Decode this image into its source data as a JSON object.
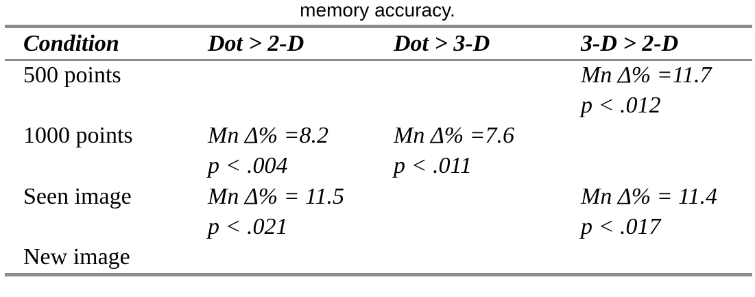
{
  "caption": "memory accuracy.",
  "headers": [
    "Condition",
    "Dot > 2-D",
    "Dot > 3-D",
    "3-D > 2-D"
  ],
  "rows": [
    {
      "condition": "500 points",
      "dot_2d": {
        "mn": "",
        "p": ""
      },
      "dot_3d": {
        "mn": "",
        "p": ""
      },
      "d3_2d": {
        "mn": "Mn Δ% =11.7",
        "p": "p < .012"
      }
    },
    {
      "condition": "1000 points",
      "dot_2d": {
        "mn": "Mn Δ% =8.2",
        "p": "p < .004"
      },
      "dot_3d": {
        "mn": "Mn Δ% =7.6",
        "p": "p < .011"
      },
      "d3_2d": {
        "mn": "",
        "p": ""
      }
    },
    {
      "condition": "Seen image",
      "dot_2d": {
        "mn": "Mn Δ% = 11.5",
        "p": "p < .021"
      },
      "dot_3d": {
        "mn": "",
        "p": ""
      },
      "d3_2d": {
        "mn": "Mn Δ% = 11.4",
        "p": "p < .017"
      }
    },
    {
      "condition": "New image",
      "dot_2d": {
        "mn": "",
        "p": ""
      },
      "dot_3d": {
        "mn": "",
        "p": ""
      },
      "d3_2d": {
        "mn": "",
        "p": ""
      }
    }
  ]
}
